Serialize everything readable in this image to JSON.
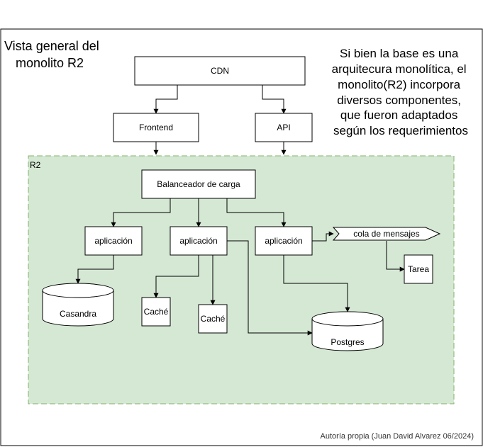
{
  "title_lines": [
    "Vista general del",
    "monolito R2"
  ],
  "note_lines": [
    "Si bien la base es una",
    "arquitecura monolítica, el",
    "monolito(R2) incorpora",
    "diversos componentes,",
    "que fueron adaptados",
    "según los requerimientos"
  ],
  "region_label": "R2",
  "nodes": {
    "cdn": "CDN",
    "frontend": "Frontend",
    "api": "API",
    "balancer": "Balanceador de carga",
    "app1": "aplicación",
    "app2": "aplicación",
    "app3": "aplicación",
    "queue": "cola de mensajes",
    "task": "Tarea",
    "cassandra": "Casandra",
    "cache1": "Caché",
    "cache2": "Caché",
    "postgres": "Postgres"
  },
  "credit": "Autoría propia (Juan David Alvarez 06/2024)",
  "colors": {
    "region_fill": "#d5e8d4",
    "region_stroke": "#82b366",
    "stroke": "#000000",
    "node_fill": "#ffffff"
  }
}
